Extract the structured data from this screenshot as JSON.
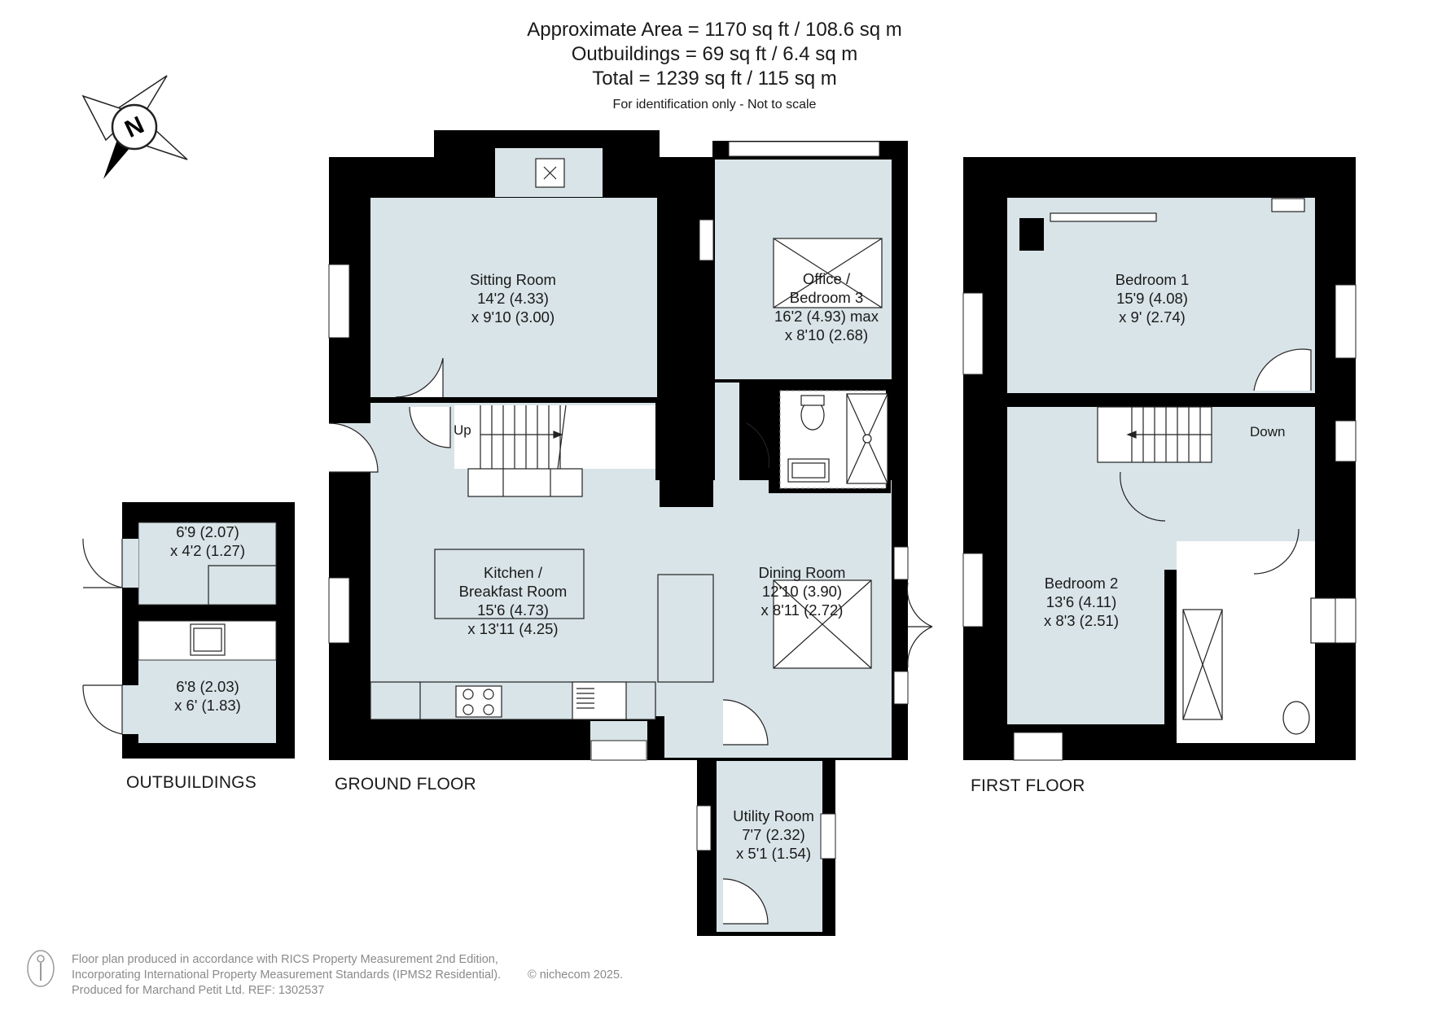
{
  "header": {
    "area_line": "Approximate Area = 1170 sq ft / 108.6 sq m",
    "outbuildings_line": "Outbuildings =  69 sq ft / 6.4 sq m",
    "total_line": "Total = 1239 sq ft / 115 sq m",
    "note": "For identification only - Not to scale"
  },
  "compass": {
    "letter": "N",
    "icon": "north-arrow-icon"
  },
  "floors": {
    "outbuildings": "OUTBUILDINGS",
    "ground": "GROUND FLOOR",
    "first": "FIRST FLOOR"
  },
  "rooms": {
    "sitting": {
      "name": "Sitting Room",
      "dim1": "14'2 (4.33)",
      "dim2": "x 9'10 (3.00)"
    },
    "office": {
      "name1": "Office /",
      "name2": "Bedroom 3",
      "dim1": "16'2 (4.93) max",
      "dim2": "x 8'10 (2.68)"
    },
    "kitchen": {
      "name1": "Kitchen /",
      "name2": "Breakfast Room",
      "dim1": "15'6 (4.73)",
      "dim2": "x 13'11 (4.25)"
    },
    "dining": {
      "name": "Dining Room",
      "dim1": "12'10 (3.90)",
      "dim2": "x 8'11 (2.72)"
    },
    "utility": {
      "name": "Utility Room",
      "dim1": "7'7 (2.32)",
      "dim2": "x 5'1 (1.54)"
    },
    "bedroom1": {
      "name": "Bedroom 1",
      "dim1": "15'9 (4.08)",
      "dim2": "x 9' (2.74)"
    },
    "bedroom2": {
      "name": "Bedroom 2",
      "dim1": "13'6 (4.11)",
      "dim2": "x 8'3 (2.51)"
    },
    "out_top": {
      "dim1": "6'9 (2.07)",
      "dim2": "x 4'2 (1.27)"
    },
    "out_bottom": {
      "dim1": "6'8 (2.03)",
      "dim2": "x 6' (1.83)"
    }
  },
  "stairs": {
    "up": "Up",
    "down": "Down"
  },
  "footer": {
    "line1": "Floor plan produced in accordance with RICS Property Measurement 2nd Edition,",
    "line2": "Incorporating International Property Measurement Standards (IPMS2 Residential).",
    "line3": "Produced for Marchand Petit Ltd.   REF: 1302537",
    "copyright": "© nichecom 2025."
  },
  "colors": {
    "wall": "#000000",
    "floor": "#d9e4e8",
    "fixture": "#ffffff",
    "footer_text": "#8a8a8a"
  }
}
